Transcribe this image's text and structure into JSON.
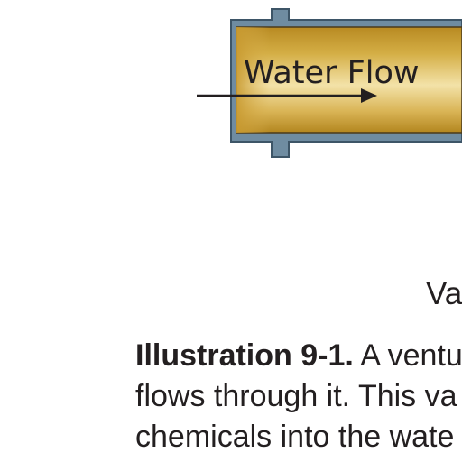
{
  "diagram": {
    "flow_label": "Water Flow",
    "vacuum_label": "Va",
    "colors": {
      "pipe_outline": "#4f6b80",
      "pipe_wall": "#6d8aa0",
      "water": "#c9a33a",
      "water_highlight": "#f2dfa0",
      "arrow": "#231f20"
    }
  },
  "caption": {
    "label": "Illustration 9-1.",
    "line1_text": " A ventu",
    "line2": "flows through it. This va",
    "line3": "chemicals into the wate"
  }
}
